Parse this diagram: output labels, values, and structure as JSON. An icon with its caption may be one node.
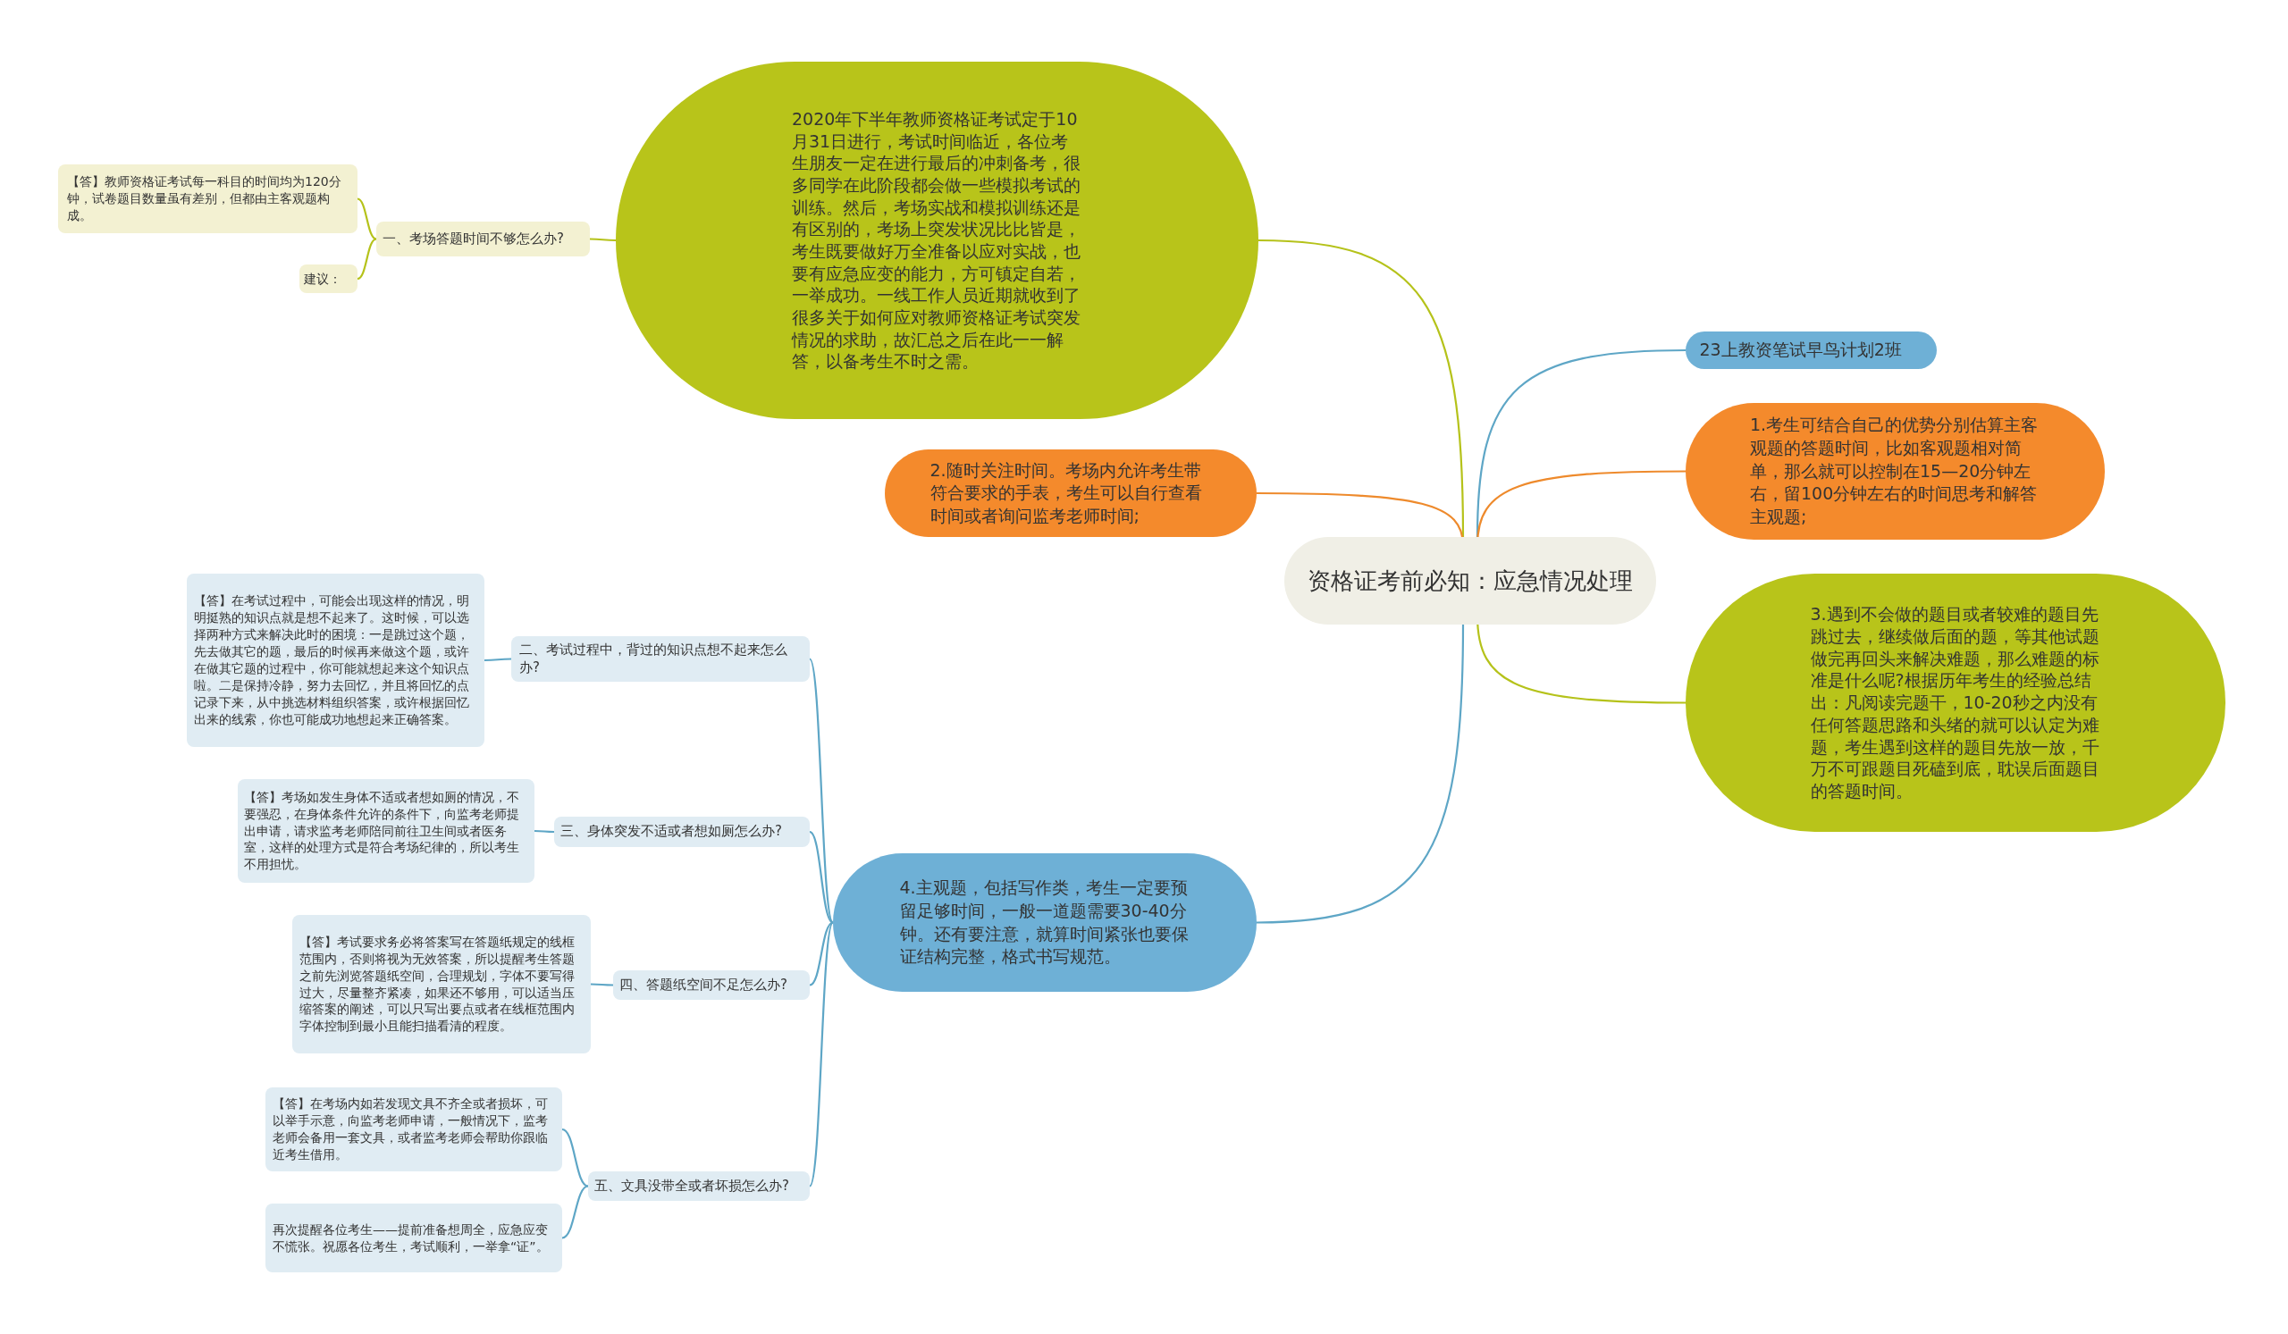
{
  "diagram": {
    "nodes": [
      {
        "text": [
          "资格证考前必知：应急情况处理"
        ]
      },
      {
        "text": [
          "2020年下半年教师资格证考试定于10月31日进行，考试时间临近，各位考生朋友一定在进行最后的冲刺备考，很多同学在此阶段都会做一些模拟考试的训练。然后，考场实战和模拟训练还是有区别的，考场上突发状况比比皆是，考生既要做好万全准备以应对实战，也要有应急应变的能力，方可镇定自若，一举成功。一线工作人员近期就收到了很多关于如何应对教师资格证考试突发情况的求助，故汇总之后在此一一解答，以备考生不时之需。"
        ]
      },
      {
        "text": [
          "一、考场答题时间不够怎么办?"
        ]
      },
      {
        "text": [
          "【答】教师资格证考试每一科目的时间均为120分钟，试卷题目数量虽有差别，但都由主客观题构成。"
        ]
      },
      {
        "text": [
          "建议："
        ]
      },
      {
        "text": [
          "2.随时关注时间。考场内允许考生带符合要求的手表，考生可以自行查看时间或者询问监考老师时间;"
        ]
      },
      {
        "text": [
          "23上教资笔试早鸟计划2班"
        ]
      },
      {
        "text": [
          "1.考生可结合自己的优势分别估算主客观题的答题时间，比如客观题相对简单，那么就可以控制在15—20分钟左右，留100分钟左右的时间思考和解答主观题;"
        ]
      },
      {
        "text": [
          "3.遇到不会做的题目或者较难的题目先跳过去，继续做后面的题，等其他试题做完再回头来解决难题，那么难题的标准是什么呢?根据历年考生的经验总结出：凡阅读完题干，10-20秒之内没有任何答题思路和头绪的就可以认定为难题，考生遇到这样的题目先放一放，千万不可跟题目死磕到底，耽误后面题目的答题时间。"
        ]
      },
      {
        "text": [
          "4.主观题，包括写作类，考生一定要预留足够时间，一般一道题需要30-40分钟。还有要注意，就算时间紧张也要保证结构完整，格式书写规范。"
        ]
      },
      {
        "text": [
          "二、考试过程中，背过的知识点想不起来怎么办?"
        ]
      },
      {
        "text": [
          "【答】在考试过程中，可能会出现这样的情况，明明挺熟的知识点就是想不起来了。这时候，可以选择两种方式来解决此时的困境：一是跳过这个题，先去做其它的题，最后的时候再来做这个题，或许在做其它题的过程中，你可能就想起来这个知识点啦。二是保持冷静，努力去回忆，并且将回忆的点记录下来，从中挑选材料组织答案，或许根据回忆出来的线索，你也可能成功地想起来正确答案。"
        ]
      },
      {
        "text": [
          "三、身体突发不适或者想如厕怎么办?"
        ]
      },
      {
        "text": [
          "【答】考场如发生身体不适或者想如厕的情况，不要强忍，在身体条件允许的条件下，向监考老师提出申请，请求监考老师陪同前往卫生间或者医务室，这样的处理方式是符合考场纪律的，所以考生不用担忧。"
        ]
      },
      {
        "text": [
          "四、答题纸空间不足怎么办?"
        ]
      },
      {
        "text": [
          "【答】考试要求务必将答案写在答题纸规定的线框范围内，否则将视为无效答案，所以提醒考生答题之前先浏览答题纸空间，合理规划，字体不要写得过大，尽量整齐紧凑，如果还不够用，可以适当压缩答案的阐述，可以只写出要点或者在线框范围内字体控制到最小且能扫描看清的程度。"
        ]
      },
      {
        "text": [
          "五、文具没带全或者坏损怎么办?"
        ]
      },
      {
        "text": [
          "【答】在考场内如若发现文具不齐全或者损坏，可以举手示意，向监考老师申请，一般情况下，监考老师会备用一套文具，或者监考老师会帮助你跟临近考生借用。"
        ]
      },
      {
        "text": [
          "再次提醒各位考生——提前准备想周全，应急应变不慌张。祝愿各位考生，考试顺利，一举拿“证”。"
        ]
      }
    ],
    "edges": [
      {
        "from": 0,
        "to": 1,
        "arrow": "none",
        "color": "#b5c21a"
      },
      {
        "from": 0,
        "to": 5,
        "arrow": "none",
        "color": "#ee8a2c"
      },
      {
        "from": 0,
        "to": 6,
        "arrow": "none"
      },
      {
        "from": 0,
        "to": 7,
        "arrow": "none",
        "color": "#ee8a2c"
      },
      {
        "from": 0,
        "to": 8,
        "arrow": "none",
        "color": "#b5c21a"
      },
      {
        "from": 0,
        "to": 9,
        "arrow": "none"
      },
      {
        "from": 1,
        "to": 2,
        "arrow": "none",
        "color": "#b5c21a"
      },
      {
        "from": 2,
        "to": 3,
        "arrow": "none",
        "color": "#b5c21a"
      },
      {
        "from": 2,
        "to": 4,
        "arrow": "none",
        "color": "#b5c21a"
      },
      {
        "from": 9,
        "to": 10,
        "arrow": "none"
      },
      {
        "from": 9,
        "to": 12,
        "arrow": "none"
      },
      {
        "from": 9,
        "to": 14,
        "arrow": "none"
      },
      {
        "from": 9,
        "to": 16,
        "arrow": "none"
      },
      {
        "from": 10,
        "to": 11,
        "arrow": "none"
      },
      {
        "from": 12,
        "to": 13,
        "arrow": "none"
      },
      {
        "from": 14,
        "to": 15,
        "arrow": "none"
      },
      {
        "from": 16,
        "to": 17,
        "arrow": "none"
      },
      {
        "from": 16,
        "to": 18,
        "arrow": "none"
      }
    ]
  }
}
